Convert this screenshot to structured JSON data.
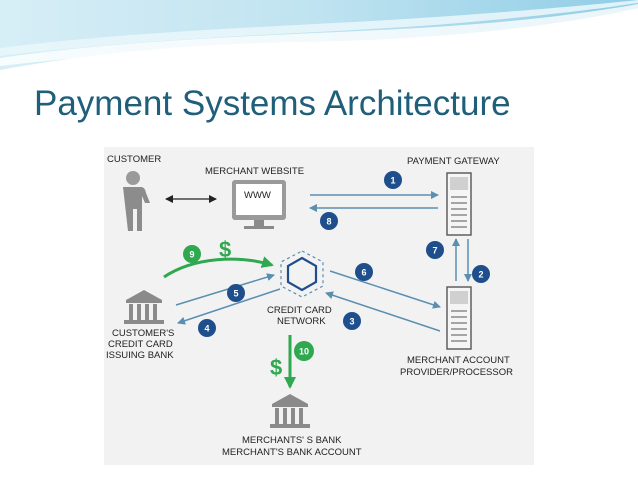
{
  "slide": {
    "title": "Payment Systems Architecture"
  },
  "diagram": {
    "nodes": {
      "customer": "CUSTOMER",
      "merchant_website": "MERCHANT WEBSITE",
      "www": "WWW",
      "payment_gateway": "PAYMENT GATEWAY",
      "credit_card_network": [
        "CREDIT CARD",
        "NETWORK"
      ],
      "customer_bank": [
        "CUSTOMER'S",
        "CREDIT CARD",
        "ISSUING BANK"
      ],
      "merchant_account": [
        "MERCHANT ACCOUNT",
        "PROVIDER/PROCESSOR"
      ],
      "merchant_bank": [
        "MERCHANTS' S BANK",
        "MERCHANT'S BANK ACCOUNT"
      ]
    },
    "steps": [
      "1",
      "2",
      "3",
      "4",
      "5",
      "6",
      "7",
      "8",
      "9",
      "10"
    ],
    "dollar_symbol": "$",
    "colors": {
      "arrow": "#5b8fb0",
      "badge": "#1f4e8c",
      "green": "#2fa84f",
      "title": "#1f5f7a"
    }
  }
}
